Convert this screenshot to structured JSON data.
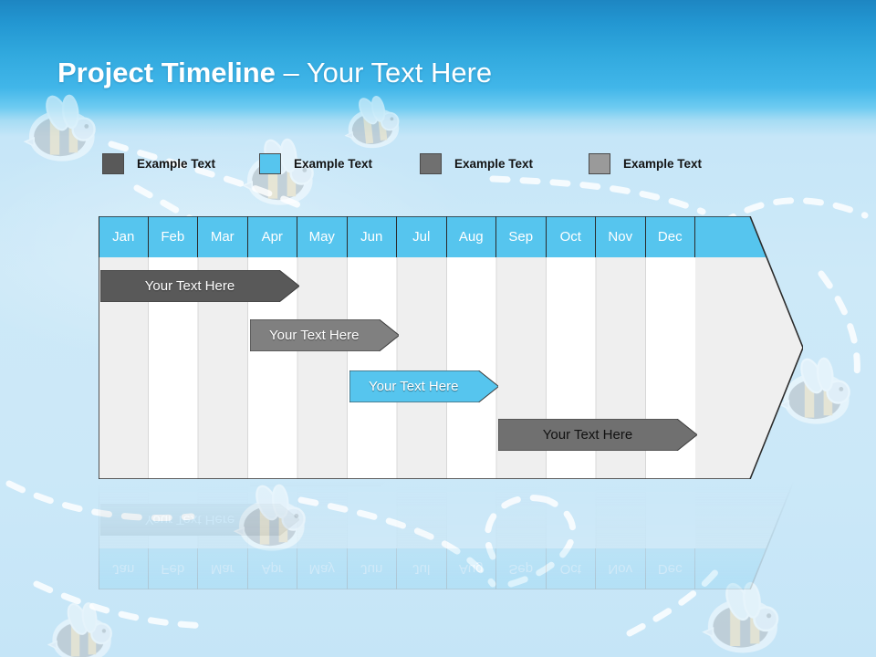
{
  "slide": {
    "title_bold": "Project Timeline",
    "title_rest": "– Your Text Here",
    "background_top_color": "#1d86c2",
    "background_bottom_color": "#c5e5f7",
    "accent_color": "#56c5ee"
  },
  "legend": {
    "items": [
      {
        "label": "Example Text",
        "color": "#595959",
        "x": 0
      },
      {
        "label": "Example Text",
        "color": "#56c5ee",
        "x": 172
      },
      {
        "label": "Example Text",
        "color": "#707070",
        "x": 348
      },
      {
        "label": "Example Text",
        "color": "#9a9a9a",
        "x": 533
      }
    ]
  },
  "chart_data": {
    "type": "bar",
    "title": "Project Timeline",
    "xlabel": "",
    "ylabel": "",
    "categories": [
      "Jan",
      "Feb",
      "Mar",
      "Apr",
      "May",
      "Jun",
      "Jul",
      "Aug",
      "Sep",
      "Oct",
      "Nov",
      "Dec"
    ],
    "header_background": "#56c5ee",
    "header_text_color": "#ffffff",
    "column_colors": [
      "#efefef",
      "#ffffff"
    ],
    "series": [
      {
        "name": "Your  Text Here",
        "start_month": "Jan",
        "end_month": "Apr",
        "start_index": 0,
        "end_index": 3,
        "color": "#595959",
        "text_color": "#ffffff",
        "row": 0
      },
      {
        "name": "Your  Text Here",
        "start_month": "Apr",
        "end_month": "Jun",
        "start_index": 3,
        "end_index": 5,
        "color": "#808080",
        "text_color": "#ffffff",
        "row": 1
      },
      {
        "name": "Your  Text Here",
        "start_month": "Jun",
        "end_month": "Aug",
        "start_index": 5,
        "end_index": 7,
        "color": "#56c5ee",
        "text_color": "#ffffff",
        "row": 2
      },
      {
        "name": "Your  Text Here",
        "start_month": "Sep",
        "end_month": "Dec",
        "start_index": 8,
        "end_index": 11,
        "color": "#707070",
        "text_color": "#111111",
        "row": 3
      }
    ]
  },
  "decoration": {
    "watermark": "bee-watermark",
    "trail": "dashed-flight-trail"
  }
}
